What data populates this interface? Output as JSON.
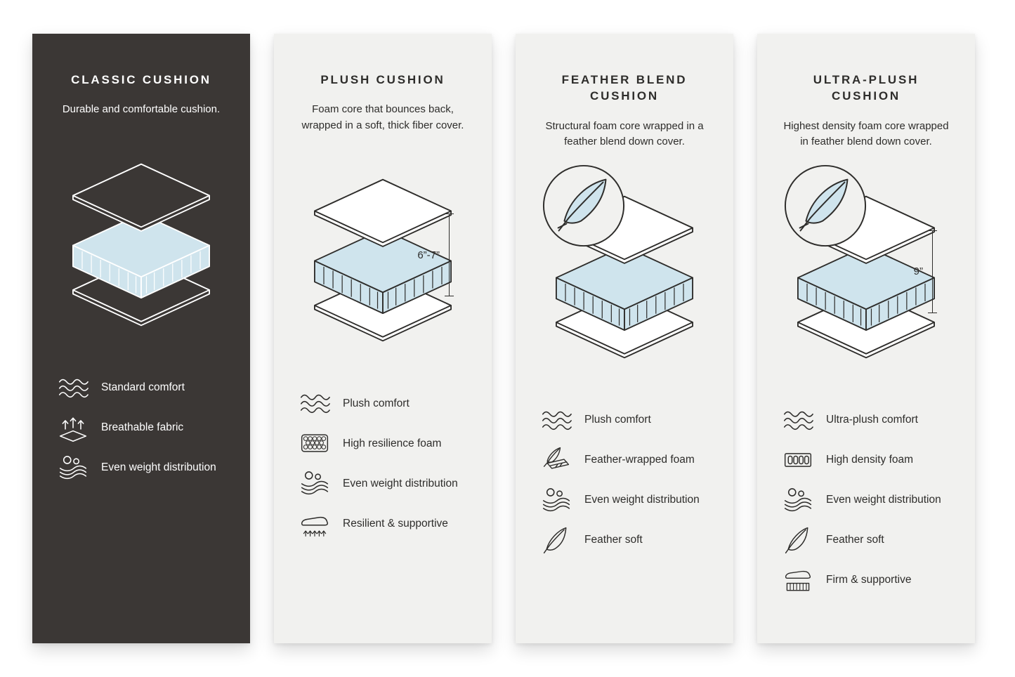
{
  "colors": {
    "card_dark": "#3b3735",
    "card_light": "#f1f1ef",
    "foam": "#cfe4ed",
    "ink": "#2e2d2b",
    "paper": "#ffffff"
  },
  "cards": [
    {
      "theme": "dark",
      "title": "CLASSIC CUSHION",
      "description": "Durable and comfortable cushion.",
      "features": [
        {
          "icon": "wave-icon",
          "label": "Standard comfort"
        },
        {
          "icon": "breathable-icon",
          "label": "Breathable fabric"
        },
        {
          "icon": "even-weight-icon",
          "label": "Even weight distribution"
        }
      ]
    },
    {
      "theme": "light",
      "title": "PLUSH CUSHION",
      "description": "Foam core that bounces back, wrapped in a soft, thick fiber cover.",
      "measurement": "6”-7”",
      "features": [
        {
          "icon": "wave-icon",
          "label": "Plush comfort"
        },
        {
          "icon": "resilience-foam-icon",
          "label": "High resilience foam"
        },
        {
          "icon": "even-weight-icon",
          "label": "Even weight distribution"
        },
        {
          "icon": "resilient-supportive-icon",
          "label": "Resilient & supportive"
        }
      ]
    },
    {
      "theme": "light",
      "title": "FEATHER BLEND CUSHION",
      "description": "Structural foam core wrapped in a feather blend down cover.",
      "badge": "feather-badge-icon",
      "features": [
        {
          "icon": "wave-icon",
          "label": "Plush comfort"
        },
        {
          "icon": "feather-wrapped-foam-icon",
          "label": "Feather-wrapped foam"
        },
        {
          "icon": "even-weight-icon",
          "label": "Even weight distribution"
        },
        {
          "icon": "feather-icon",
          "label": "Feather soft"
        }
      ]
    },
    {
      "theme": "light",
      "title": "ULTRA-PLUSH CUSHION",
      "description": "Highest density foam core wrapped in feather blend down cover.",
      "badge": "feather-badge-icon",
      "measurement": "9”",
      "features": [
        {
          "icon": "wave-icon",
          "label": "Ultra-plush comfort"
        },
        {
          "icon": "density-foam-icon",
          "label": "High density foam"
        },
        {
          "icon": "even-weight-icon",
          "label": "Even weight distribution"
        },
        {
          "icon": "feather-icon",
          "label": "Feather soft"
        },
        {
          "icon": "firm-supportive-icon",
          "label": "Firm & supportive"
        }
      ]
    }
  ]
}
